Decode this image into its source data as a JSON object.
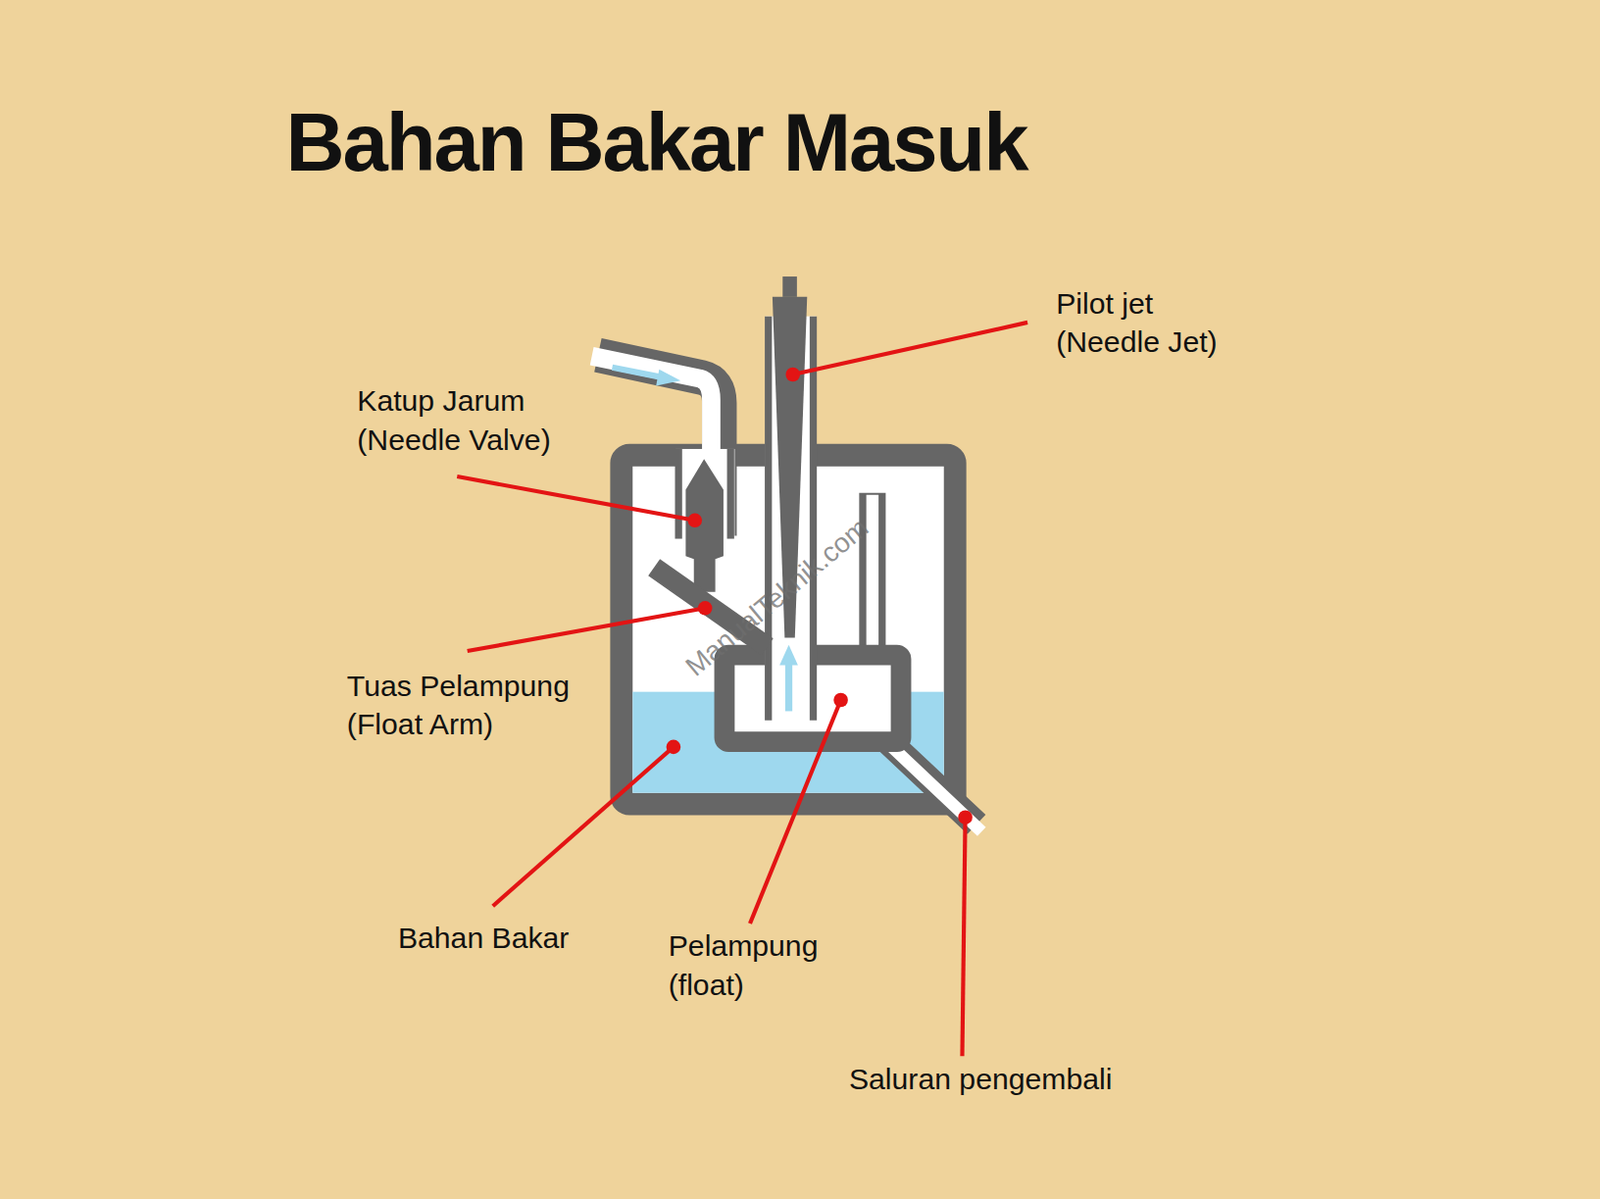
{
  "diagram": {
    "title": "Bahan Bakar Masuk",
    "labels": [
      "Pilot jet (Needle Jet)",
      "Katup Jarum (Needle Valve)",
      "Tuas Pelampung (Float Arm)",
      "Bahan Bakar",
      "Pelampung (float)",
      "Saluran pengembali",
      "ManualTeknik.com"
    ]
  }
}
